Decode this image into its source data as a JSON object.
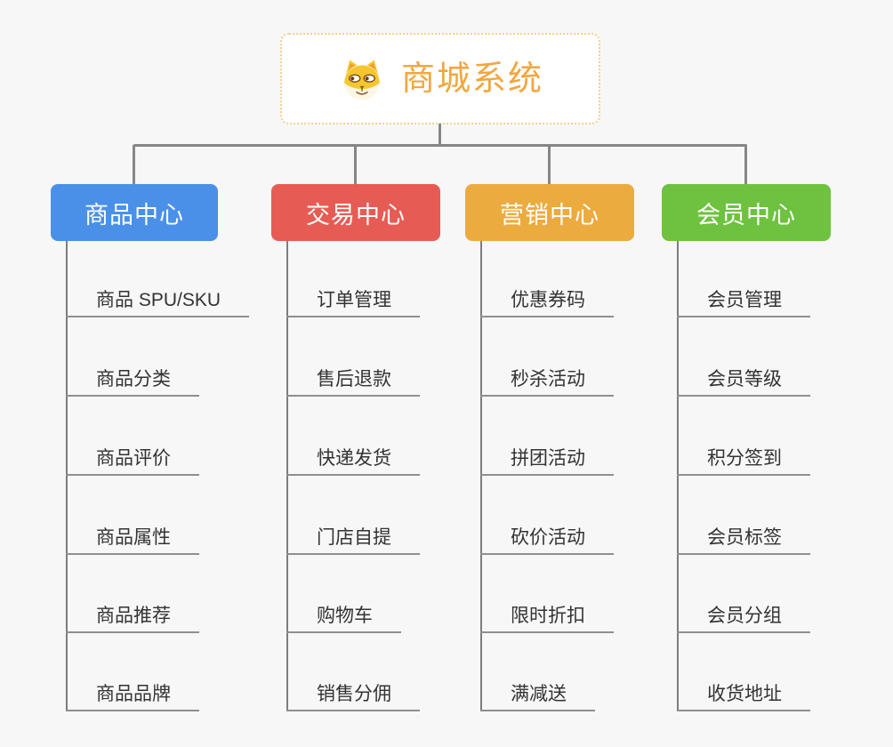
{
  "background_color": "#f7f7f7",
  "connector_color": "#868686",
  "leaf_underline_color": "#8f8f8f",
  "leaf_text_color": "#333333",
  "root": {
    "title": "商城系统",
    "icon": "dog-face-icon",
    "title_color": "#f1a73f",
    "border_color": "#f6cd90"
  },
  "branches": [
    {
      "label": "商品中心",
      "color": "#4a90e8",
      "children": [
        "商品 SPU/SKU",
        "商品分类",
        "商品评价",
        "商品属性",
        "商品推荐",
        "商品品牌"
      ]
    },
    {
      "label": "交易中心",
      "color": "#e65c55",
      "children": [
        "订单管理",
        "售后退款",
        "快递发货",
        "门店自提",
        "购物车",
        "销售分佣"
      ]
    },
    {
      "label": "营销中心",
      "color": "#ecab3e",
      "children": [
        "优惠券码",
        "秒杀活动",
        "拼团活动",
        "砍价活动",
        "限时折扣",
        "满减送"
      ]
    },
    {
      "label": "会员中心",
      "color": "#6ec23f",
      "children": [
        "会员管理",
        "会员等级",
        "积分签到",
        "会员标签",
        "会员分组",
        "收货地址"
      ]
    }
  ]
}
